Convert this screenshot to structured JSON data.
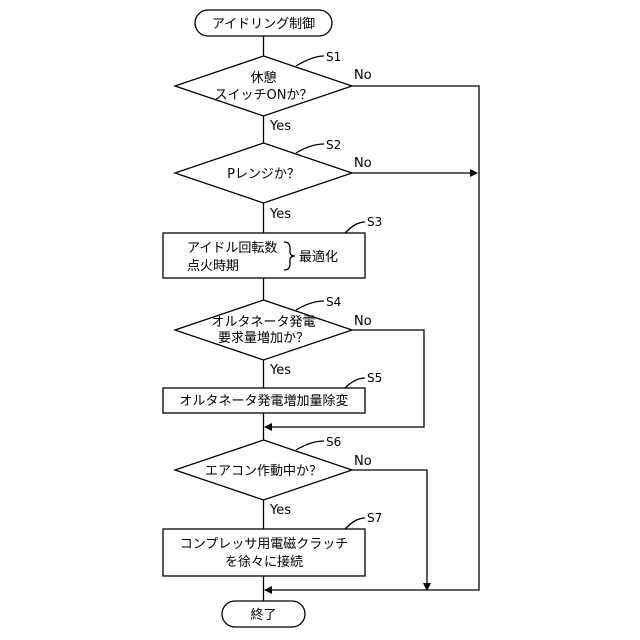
{
  "terminals": {
    "start": "アイドリング制御",
    "end": "終了"
  },
  "steps": {
    "s1": {
      "id": "S1",
      "line1": "休憩",
      "line2": "スイッチONか？",
      "yes": "Yes",
      "no": "No"
    },
    "s2": {
      "id": "S2",
      "text": "Pレンジか？",
      "yes": "Yes",
      "no": "No"
    },
    "s3": {
      "id": "S3",
      "line1": "アイドル回転数",
      "line2": "点火時期",
      "side": "最適化"
    },
    "s4": {
      "id": "S4",
      "line1": "オルタネータ発電",
      "line2": "要求量増加か？",
      "yes": "Yes",
      "no": "No"
    },
    "s5": {
      "id": "S5",
      "text": "オルタネータ発電増加量除変"
    },
    "s6": {
      "id": "S6",
      "text": "エアコン作動中か？",
      "yes": "Yes",
      "no": "No"
    },
    "s7": {
      "id": "S7",
      "line1": "コンプレッサ用電磁クラッチ",
      "line2": "を徐々に接続"
    }
  }
}
